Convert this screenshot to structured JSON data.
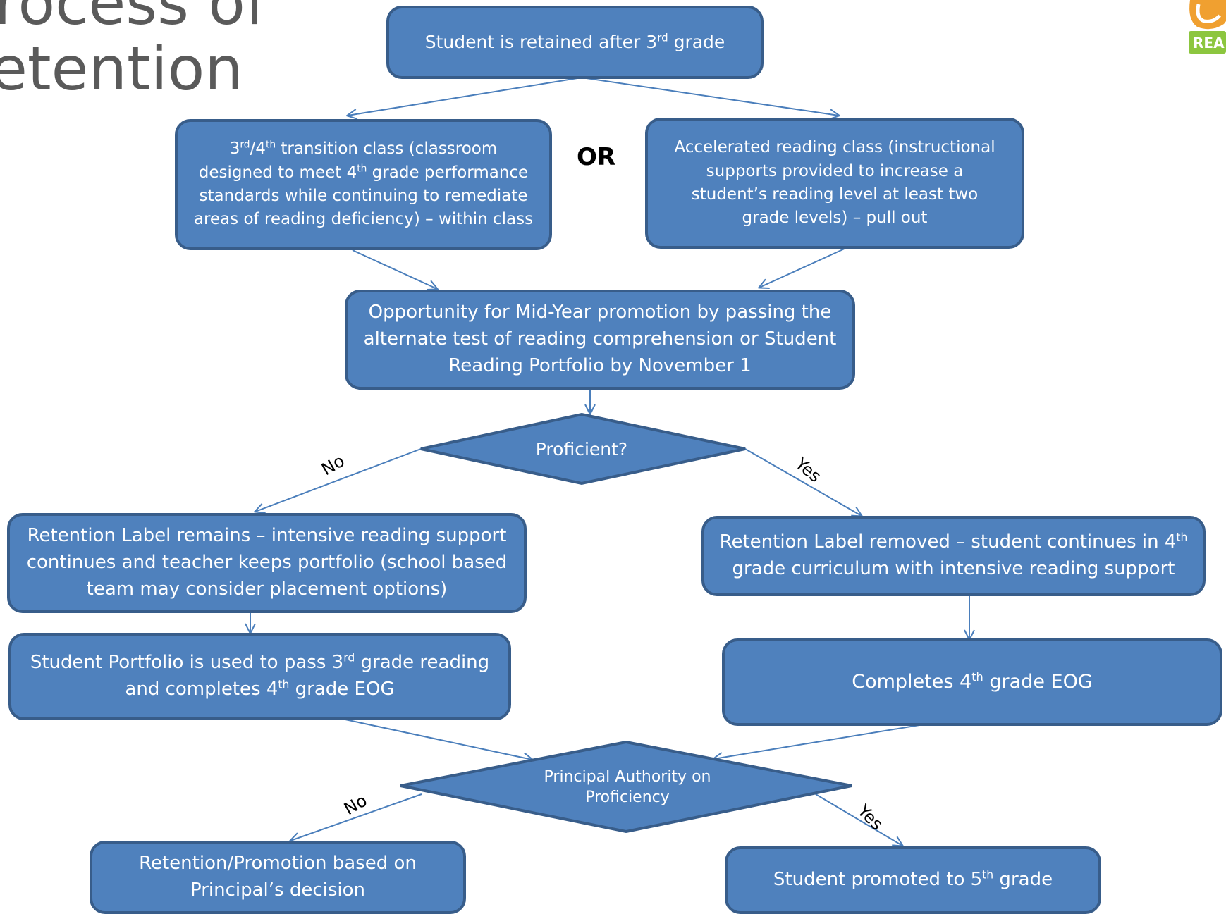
{
  "title": {
    "line1": "rocess of",
    "line2": "etention"
  },
  "logo": {
    "text": "REA"
  },
  "nodes": {
    "retained": {
      "pre": "Student is retained after 3",
      "sup": "rd",
      "post": " grade"
    },
    "transition": {
      "l1_pre": "3",
      "l1_sup1": "rd",
      "l1_mid": "/4",
      "l1_sup2": "th",
      "l1_post": " transition class (classroom",
      "l2_pre": "designed to meet 4",
      "l2_sup": "th",
      "l2_post": " grade performance",
      "l3": "standards while continuing to remediate",
      "l4": "areas of reading deficiency) – within class"
    },
    "or_label": "OR",
    "accelerated": {
      "l1": "Accelerated reading class (instructional",
      "l2": "supports provided to increase a",
      "l3": "student’s reading level at least two",
      "l4": "grade levels) – pull out"
    },
    "midyear": {
      "l1": "Opportunity for Mid-Year promotion by passing the",
      "l2": "alternate test of reading comprehension or Student",
      "l3": "Reading Portfolio by November 1"
    },
    "proficient": {
      "label": "Proficient?"
    },
    "label_remains": {
      "l1": "Retention Label remains – intensive reading support",
      "l2": "continues and teacher keeps portfolio (school based",
      "l3": "team may consider placement options)"
    },
    "label_removed": {
      "l1_pre": "Retention Label removed – student continues in 4",
      "l1_sup": "th",
      "l2": "grade curriculum with intensive reading support"
    },
    "portfolio": {
      "l1_pre": "Student Portfolio is used to pass 3",
      "l1_sup": "rd",
      "l1_post": " grade reading",
      "l2_pre": "and completes 4",
      "l2_sup": "th",
      "l2_post": " grade EOG"
    },
    "completes": {
      "pre": "Completes 4",
      "sup": "th",
      "post": " grade EOG"
    },
    "principal": {
      "l1": "Principal Authority on",
      "l2": "Proficiency"
    },
    "decision": {
      "l1": "Retention/Promotion based on",
      "l2": "Principal’s decision"
    },
    "promoted": {
      "pre": "Student promoted to 5",
      "sup": "th",
      "post": " grade"
    }
  },
  "edges": {
    "no1": "No",
    "yes1": "Yes",
    "no2": "No",
    "yes2": "Yes"
  },
  "colors": {
    "node_fill": "#4f81bd",
    "node_border": "#385d8a",
    "connector": "#4a7ebb",
    "title_text": "#5a5a5a"
  }
}
